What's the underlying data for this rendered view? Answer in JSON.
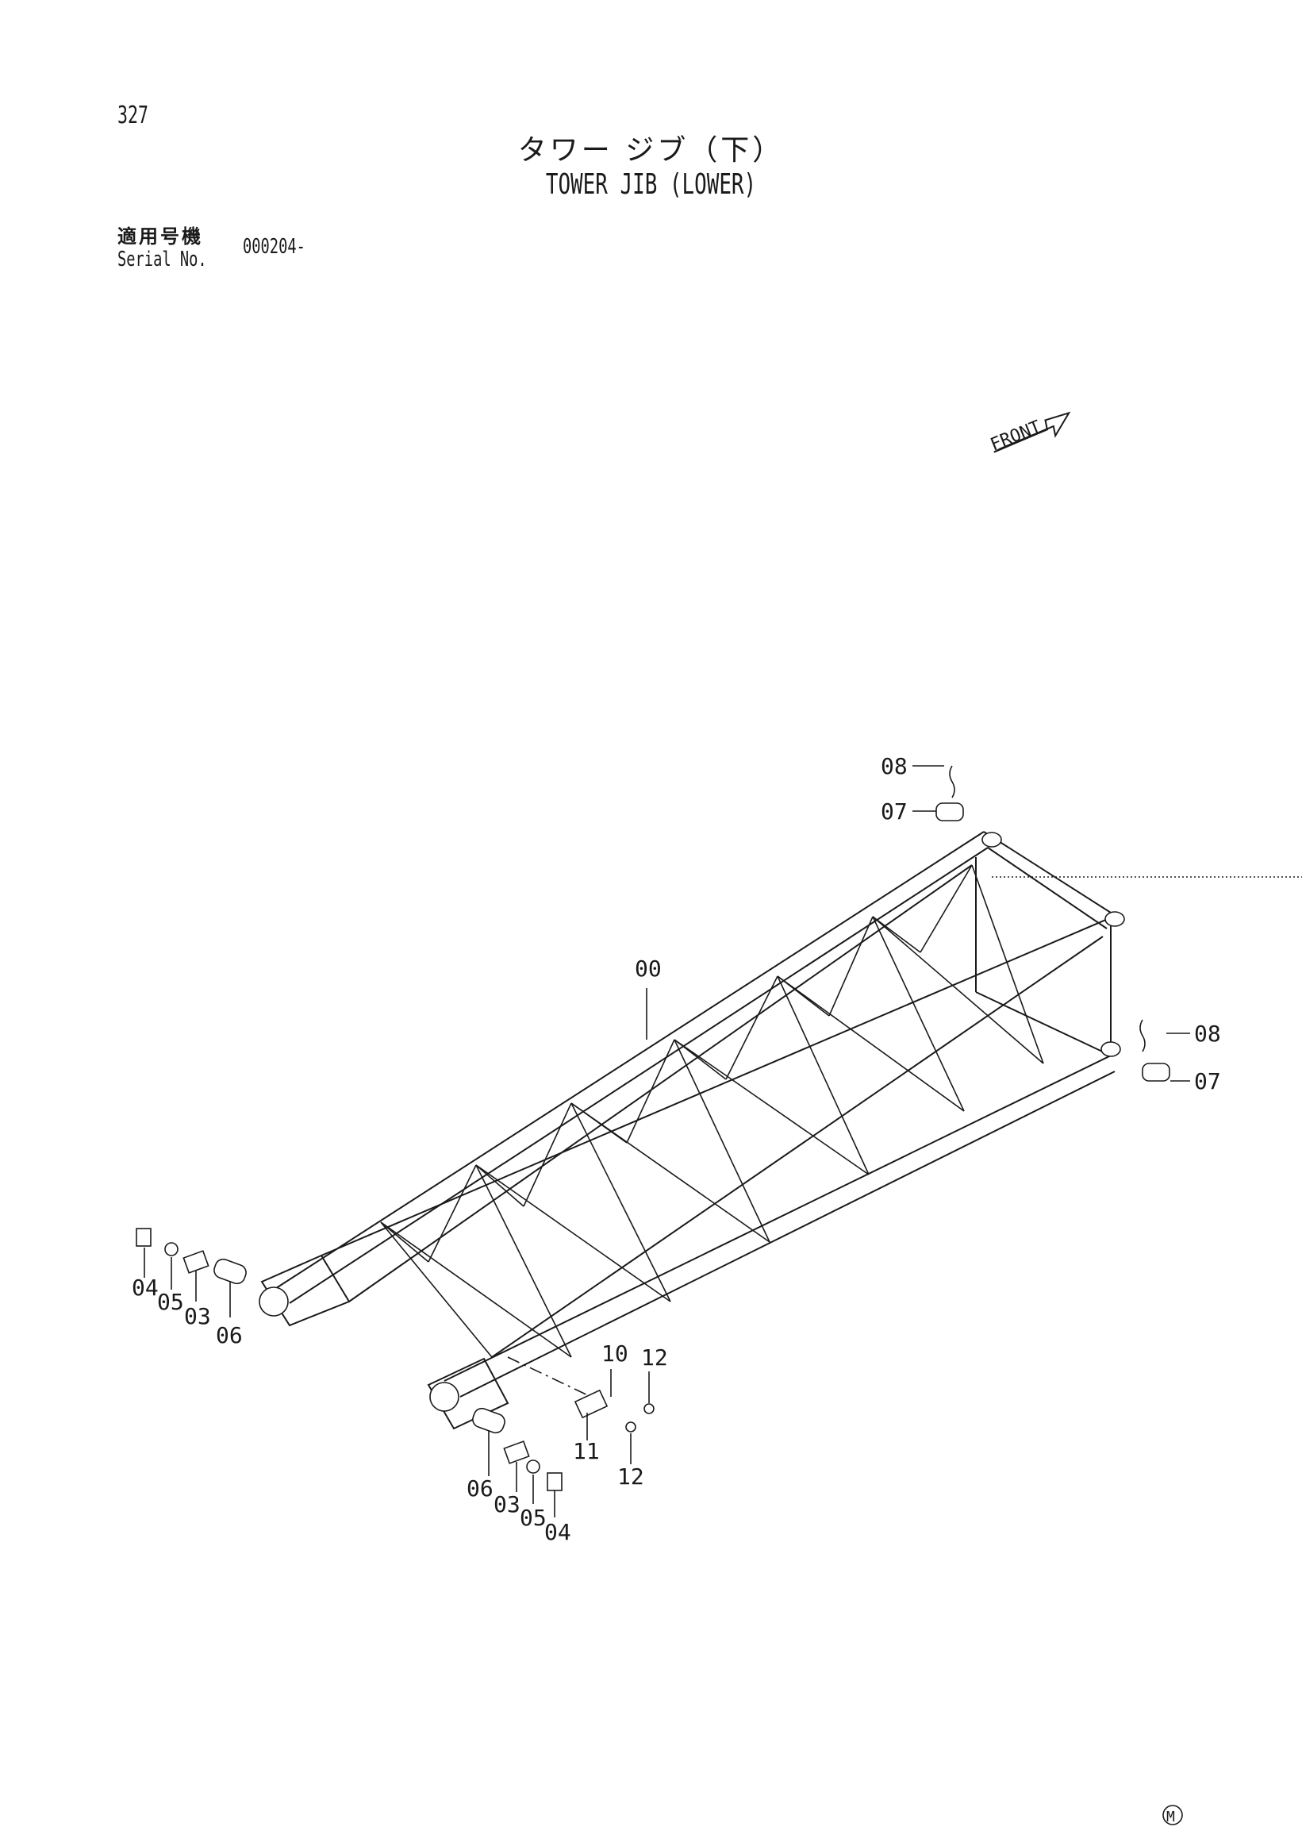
{
  "page": {
    "number": "327",
    "title_ja": "タワー ジブ（下）",
    "title_en": "TOWER JIB (LOWER)"
  },
  "serial": {
    "label_ja": "適用号機",
    "label_en": "Serial No.",
    "value": "000204-"
  },
  "front_label": "FRONT",
  "callouts": [
    "00",
    "03",
    "04",
    "05",
    "06",
    "07",
    "08",
    "10",
    "11",
    "12"
  ],
  "footer_mark": "M"
}
